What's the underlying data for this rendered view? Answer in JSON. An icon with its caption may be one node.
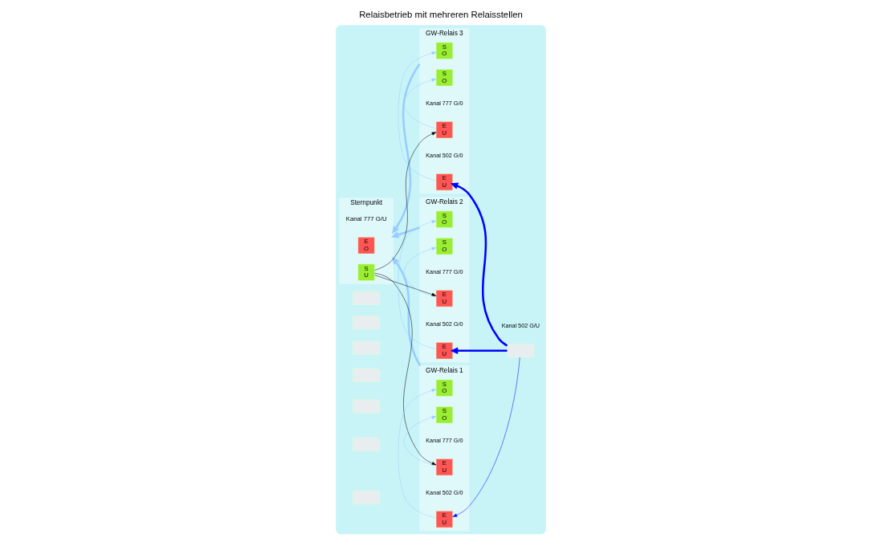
{
  "diagram": {
    "title": "Relaisbetrieb mit mehreren Relaisstellen",
    "nodes": [
      {
        "text": [],
        "shape": "ellipse"
      },
      {
        "text": [
          "Sternpunkt"
        ],
        "beside": [
          "Kanal 777 G/U"
        ],
        "in": 0
      },
      {
        "text": [
          "E",
          "O"
        ],
        "in": 1
      },
      {
        "text": [
          "S",
          "U"
        ],
        "in": 1
      },
      {
        "text": [
          "GW-Relais 1"
        ],
        "in": 0
      },
      {
        "text": [
          "S",
          "O"
        ],
        "in": 4
      },
      {
        "text": [
          "S",
          "O"
        ],
        "in": 4
      },
      {
        "text": [
          "E",
          "U"
        ],
        "beside": [
          "Kanal 777 G/0"
        ],
        "in": 4
      },
      {
        "text": [
          "E",
          "U"
        ],
        "beside": [
          "Kanal 502 G/0"
        ],
        "in": 4
      },
      {
        "text": [
          "GW-Relais 2"
        ],
        "in": 0
      },
      {
        "text": [
          "S",
          "O"
        ],
        "in": 9
      },
      {
        "text": [
          "S",
          "O"
        ],
        "in": 9
      },
      {
        "text": [
          "E",
          "U"
        ],
        "beside": [
          "Kanal 777 G/0"
        ],
        "in": 9
      },
      {
        "text": [
          "E",
          "U"
        ],
        "beside": [
          "Kanal 502 G/0"
        ],
        "in": 9
      },
      {
        "text": [
          "GW-Relais 3"
        ],
        "in": 0
      },
      {
        "text": [
          "S",
          "O"
        ],
        "in": 14
      },
      {
        "text": [
          "S",
          "O"
        ],
        "in": 14
      },
      {
        "text": [
          "E",
          "U"
        ],
        "beside": [
          "Kanal 777 G/0"
        ],
        "in": 14
      },
      {
        "text": [
          "E",
          "U"
        ],
        "beside": [
          "Kanal 502 G/0"
        ],
        "in": 14
      },
      {
        "text": [],
        "shape": "picture",
        "in": 0
      },
      {
        "text": [],
        "shape": "picture",
        "in": 0
      },
      {
        "text": [],
        "shape": "picture",
        "in": 0
      },
      {
        "text": [],
        "shape": "picture",
        "in": 0
      },
      {
        "text": [],
        "shape": "picture",
        "beside": [
          "Kanal 502 G/U"
        ],
        "in": 0
      },
      {
        "text": [],
        "shape": "picture",
        "in": 0
      },
      {
        "text": [],
        "shape": "picture",
        "in": 0
      },
      {
        "text": [],
        "shape": "picture",
        "in": 0
      }
    ],
    "edges": [
      {
        "from": 3,
        "to": 7,
        "arrow": "to",
        "color": "#000000"
      },
      {
        "from": 3,
        "to": 12,
        "arrow": "to",
        "color": "#000000"
      },
      {
        "from": 3,
        "to": 17,
        "arrow": "to",
        "color": "#000000"
      },
      {
        "from": 4,
        "to": 1,
        "arrow": "to",
        "style": "thick",
        "color": "#99ccff"
      },
      {
        "from": 9,
        "to": 1,
        "arrow": "to",
        "style": "thick",
        "color": "#99ccff"
      },
      {
        "from": 14,
        "to": 1,
        "arrow": "to",
        "style": "thick",
        "color": "#99ccff"
      },
      {
        "from": 7,
        "to": 6,
        "arrow": "to",
        "color": "#99ccff"
      },
      {
        "from": 8,
        "to": 5,
        "arrow": "to",
        "color": "#99ccff"
      },
      {
        "from": 12,
        "to": 11,
        "arrow": "to",
        "color": "#99ccff"
      },
      {
        "from": 13,
        "to": 10,
        "arrow": "to",
        "color": "#99ccff"
      },
      {
        "from": 17,
        "to": 16,
        "arrow": "to",
        "color": "#99ccff"
      },
      {
        "from": 18,
        "to": 15,
        "arrow": "to",
        "color": "#99ccff"
      },
      {
        "from": 23,
        "to": 8,
        "arrow": "to",
        "color": "#0000ff"
      },
      {
        "from": 23,
        "to": 13,
        "arrow": "to",
        "style": "thick",
        "color": "#0000ff"
      },
      {
        "from": 23,
        "to": 18,
        "arrow": "to",
        "style": "thick",
        "color": "#0000ff"
      }
    ]
  }
}
